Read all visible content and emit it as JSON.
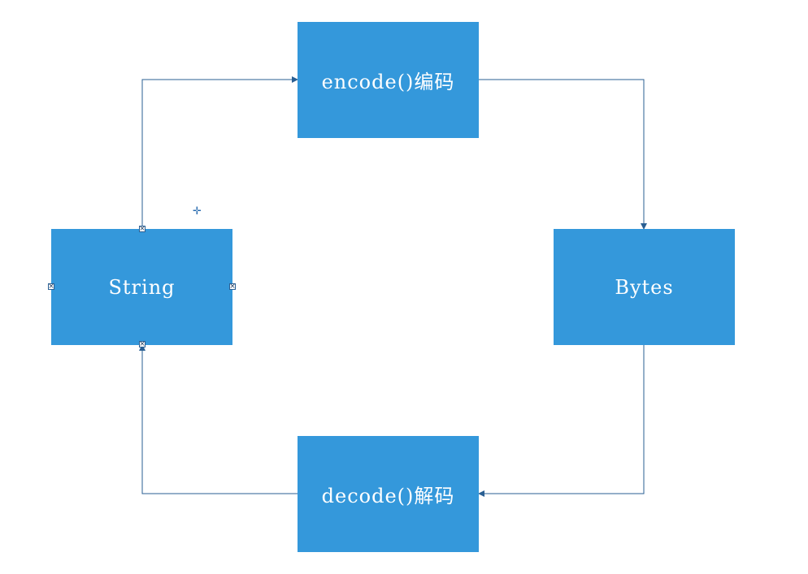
{
  "diagram": {
    "nodes": {
      "encode": {
        "label": "encode()编码"
      },
      "string": {
        "label": "String"
      },
      "bytes": {
        "label": "Bytes"
      },
      "decode": {
        "label": "decode()解码"
      }
    },
    "edges": [
      {
        "from": "string",
        "to": "encode"
      },
      {
        "from": "encode",
        "to": "bytes"
      },
      {
        "from": "bytes",
        "to": "decode"
      },
      {
        "from": "decode",
        "to": "string"
      }
    ],
    "selected_node": "string"
  },
  "colors": {
    "node_fill": "#3498db",
    "node_text": "#ffffff",
    "connector": "#2a5f93",
    "background": "#ffffff"
  },
  "icons": {
    "handle": "×",
    "cursor": "✛"
  }
}
